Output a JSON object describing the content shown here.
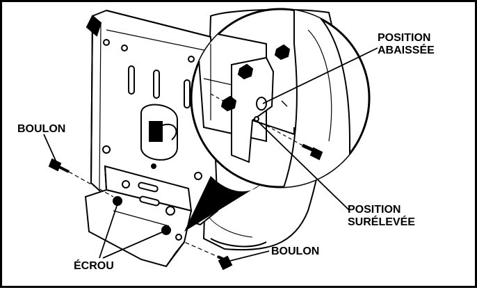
{
  "labels": {
    "position_lowered_line1": "POSITION",
    "position_lowered_line2": "ABAISSÉE",
    "bolt_left": "BOULON",
    "position_raised_line1": "POSITION",
    "position_raised_line2": "SURÉLEVÉE",
    "bolt_bottom": "BOULON",
    "nut": "ÉCROU"
  },
  "colors": {
    "line": "#000000",
    "background": "#ffffff",
    "shadow": "#000000"
  }
}
